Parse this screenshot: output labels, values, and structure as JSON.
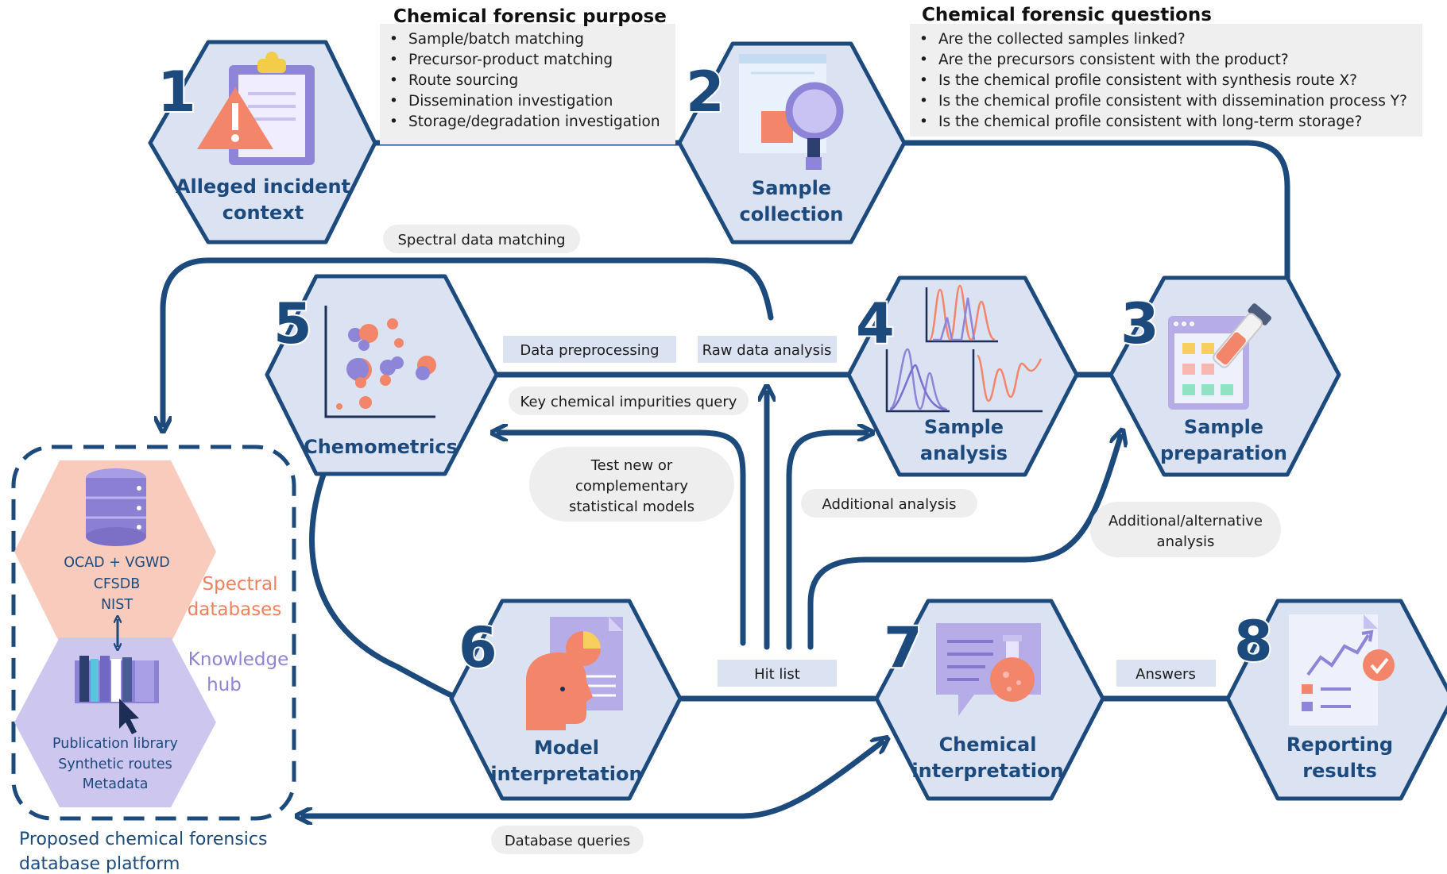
{
  "purpose": {
    "title": "Chemical forensic purpose",
    "items": [
      "Sample/batch matching",
      "Precursor-product matching",
      "Route sourcing",
      "Dissemination investigation",
      "Storage/degradation investigation"
    ]
  },
  "questions": {
    "title": "Chemical forensic questions",
    "items": [
      "Are the collected samples linked?",
      "Are the precursors consistent with the product?",
      "Is the chemical profile consistent with synthesis route X?",
      "Is the chemical profile consistent with dissemination process Y?",
      "Is the chemical profile consistent with long-term storage?"
    ]
  },
  "nodes": [
    {
      "num": "1",
      "line1": "Alleged incident",
      "line2": "context",
      "icon": "clipboard-warning-icon"
    },
    {
      "num": "2",
      "line1": "Sample",
      "line2": "collection",
      "icon": "evidence-bag-magnifier-icon"
    },
    {
      "num": "3",
      "line1": "Sample",
      "line2": "preparation",
      "icon": "pipette-sample-tray-icon"
    },
    {
      "num": "4",
      "line1": "Sample",
      "line2": "analysis",
      "icon": "spectra-icon"
    },
    {
      "num": "5",
      "line1": "",
      "line2": "Chemometrics",
      "icon": "scatter-plot-icon"
    },
    {
      "num": "6",
      "line1": "Model",
      "line2": "interpretation",
      "icon": "head-report-icon"
    },
    {
      "num": "7",
      "line1": "Chemical",
      "line2": "interpretation",
      "icon": "flask-speech-icon"
    },
    {
      "num": "8",
      "line1": "Reporting",
      "line2": "results",
      "icon": "report-chart-check-icon"
    }
  ],
  "connectors": {
    "spectral_matching": "Spectral data matching",
    "data_preprocessing": "Data preprocessing",
    "raw_data_analysis": "Raw data analysis",
    "key_impurities": "Key chemical impurities query",
    "test_models": [
      "Test new or",
      "complementary",
      "statistical models"
    ],
    "additional_analysis": "Additional analysis",
    "additional_alternative": [
      "Additional/alternative",
      "analysis"
    ],
    "hit_list": "Hit list",
    "answers": "Answers",
    "database_queries": "Database queries"
  },
  "platform": {
    "spectral_db_lines": [
      "OCAD + VGWD",
      "CFSDB",
      "NIST"
    ],
    "spectral_label": [
      "Spectral",
      "databases"
    ],
    "knowledge_lines": [
      "Publication library",
      "Synthetic routes",
      "Metadata"
    ],
    "knowledge_label": [
      "Knowledge",
      "hub"
    ],
    "caption": [
      "Proposed chemical forensics",
      "database platform"
    ]
  },
  "colors": {
    "navy": "#1c4a7c",
    "hex_fill": "#dbe2f2",
    "orange": "#f3866a",
    "purple": "#9a8ee0",
    "spectral_hex": "#f9cbbd",
    "knowledge_hex": "#cdc6ef",
    "box_gray": "#efefef"
  }
}
